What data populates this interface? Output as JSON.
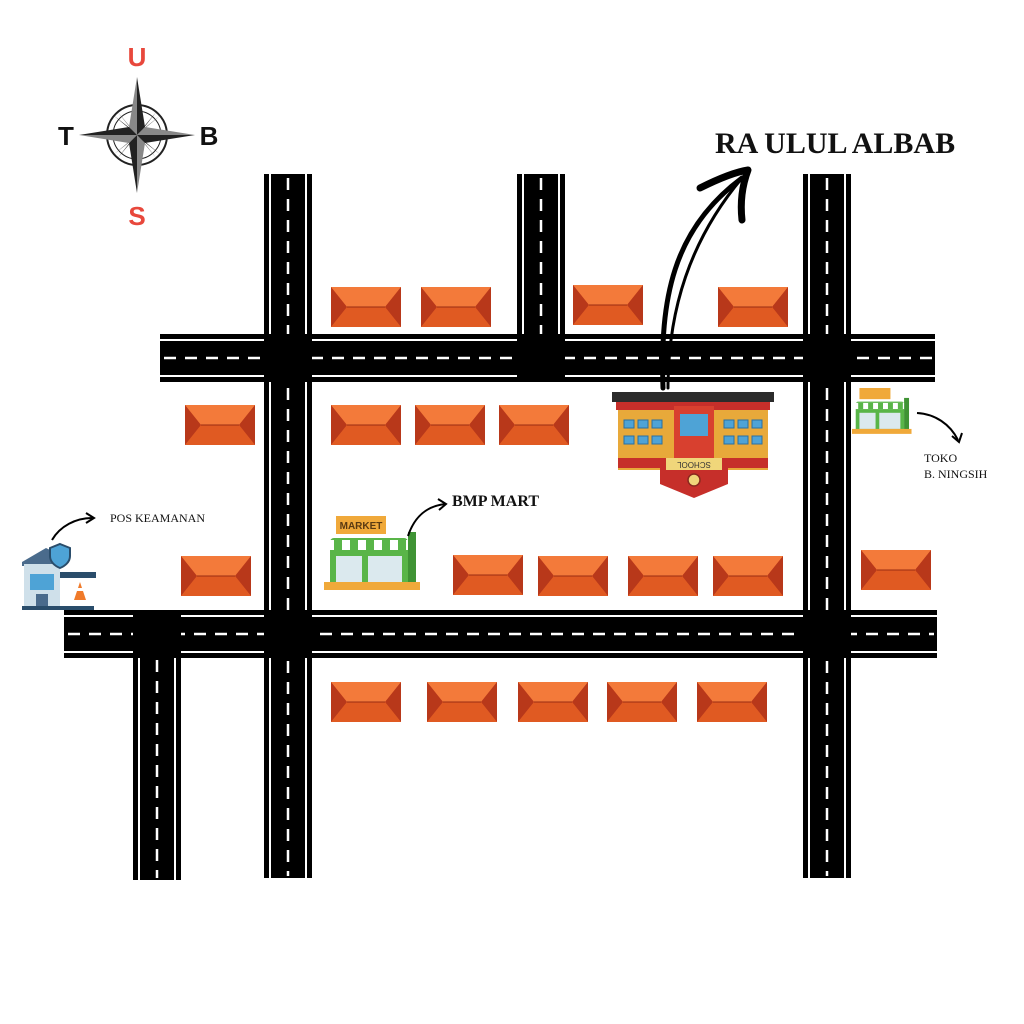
{
  "title": "RA ULUL ALBAB",
  "compass": {
    "north": "U",
    "south": "S",
    "west": "T",
    "east": "B",
    "north_color": "#e8483c",
    "south_color": "#e8483c",
    "west_color": "#111111",
    "east_color": "#111111"
  },
  "places": {
    "pos_keamanan": "POS KEAMANAN",
    "bmp_mart": "BMP MART",
    "toko_line1": "TOKO",
    "toko_line2": "B. NINGSIH",
    "market_sign": "MARKET",
    "school_sign": "SCHOOL"
  },
  "colors": {
    "road": "#000000",
    "road_marking": "#ffffff",
    "house_dark": "#b8381a",
    "house_mid": "#e05a22",
    "house_light": "#f37a3a",
    "school_roof": "#c62f2a",
    "school_wall": "#e8a93a",
    "market_green": "#59b548",
    "market_sign": "#f0a93a"
  },
  "icons": [
    "compass-rose-icon",
    "guard-post-icon",
    "market-icon",
    "school-icon",
    "arrow-icon"
  ]
}
